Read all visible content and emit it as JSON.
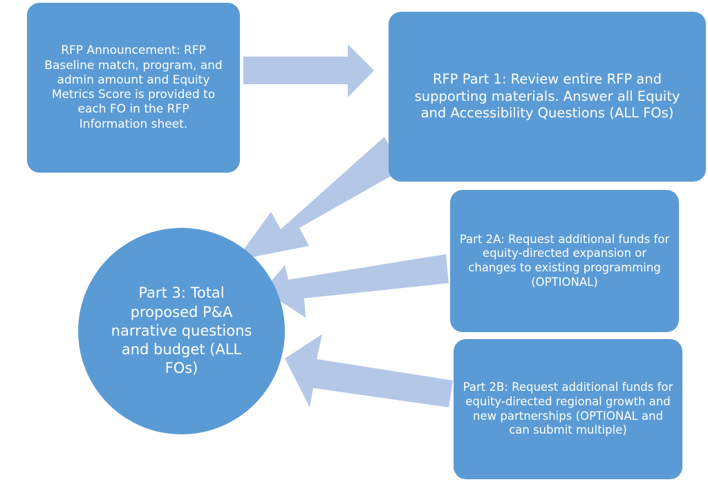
{
  "diagram": {
    "colors": {
      "node_fill": "#5b9bd5",
      "node_text": "#ffffff",
      "arrow_fill": "#b4c7e7"
    },
    "nodes": {
      "announcement": "RFP Announcement: RFP Baseline match, program, and admin amount and Equity Metrics Score is provided to each FO in the RFP Information sheet.",
      "part1": "RFP Part 1: Review entire RFP and supporting materials. Answer all Equity and Accessibility Questions (ALL FOs)",
      "part2a": "Part 2A: Request additional funds for equity-directed expansion or changes to existing programming (OPTIONAL)",
      "part2b": "Part 2B: Request additional funds for equity-directed regional growth and new partnerships (OPTIONAL and can submit multiple)",
      "part3": "Part 3: Total proposed P&A narrative questions and budget (ALL FOs)"
    }
  }
}
